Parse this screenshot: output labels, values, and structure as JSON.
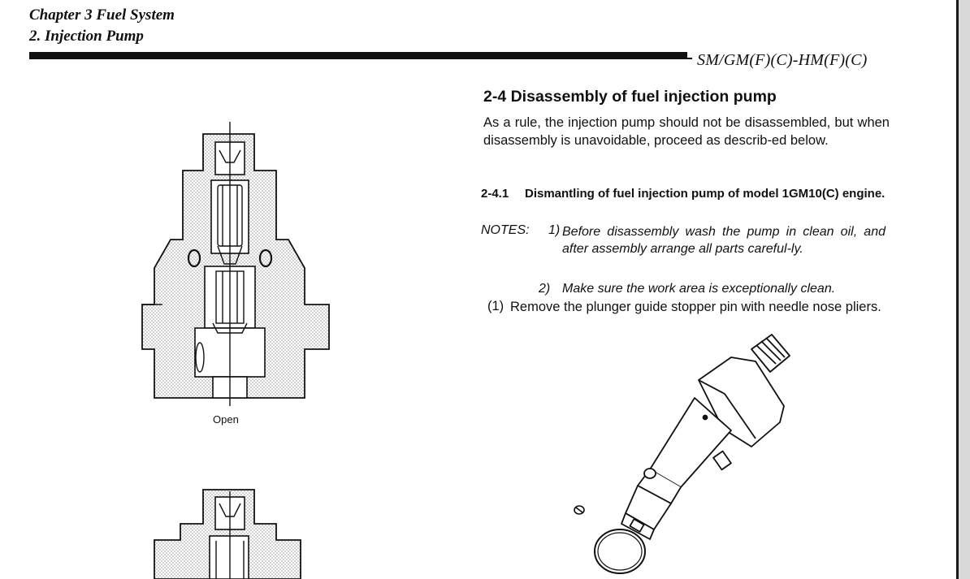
{
  "header": {
    "chapter": "Chapter 3 Fuel System",
    "section": "2. Injection Pump",
    "model": "SM/GM(F)(C)-HM(F)(C)"
  },
  "content": {
    "heading": "2-4 Disassembly of fuel injection pump",
    "intro": "As a rule, the injection pump should not be disassembled, but when disassembly is unavoidable, proceed as describ-ed below.",
    "subsection_number": "2-4.1",
    "subsection_title": "Dismantling of fuel injection pump of model 1GM10(C) engine.",
    "notes_label": "NOTES:",
    "notes": [
      {
        "num": "1)",
        "text": "Before disassembly wash the pump in clean oil, and after assembly arrange all parts careful-ly."
      },
      {
        "num": "2)",
        "text": "Make sure the work area is exceptionally clean."
      }
    ],
    "step_1_num": "(1)",
    "step_1_text": "Remove the plunger guide stopper pin with needle nose pliers."
  },
  "figures": {
    "valve_open_caption": "Open"
  }
}
